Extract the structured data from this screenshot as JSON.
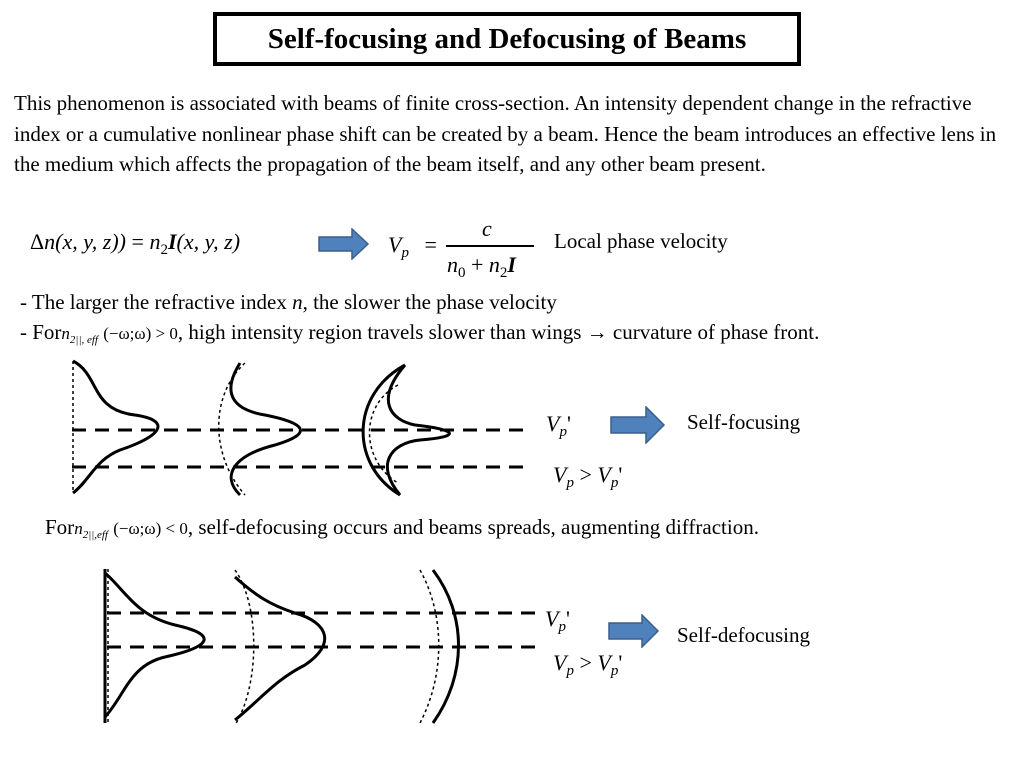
{
  "title": "Self-focusing and Defocusing of Beams",
  "intro_paragraph": "This phenomenon is associated with beams of finite cross-section. An intensity dependent change in the refractive index or a cumulative nonlinear phase shift can be created by a beam. Hence the beam introduces an effective lens in the medium which affects the propagation of the beam itself, and any other beam present.",
  "equation": {
    "delta": "Δ",
    "lhs_n": "n",
    "lhs_args": "(x, y, z))",
    "equals": "=",
    "n2": "n",
    "n2_sub": "2",
    "I": "I",
    "rhs_args": "(x, y, z)"
  },
  "phase_velocity": {
    "V": "V",
    "V_sub": "p",
    "equals": "=",
    "numerator": "c",
    "den_n0": "n",
    "den_n0_sub": "0",
    "den_plus": "+",
    "den_n2": "n",
    "den_n2_sub": "2",
    "den_I": "I",
    "label": "Local phase velocity"
  },
  "bullet1": {
    "prefix": "- The larger the refractive index ",
    "n": "n",
    "suffix": ", the slower the phase velocity"
  },
  "bullet2": {
    "prefix": "- For",
    "n2": "n",
    "n2_sub": "2||, eff",
    "args": "(−ω;ω) > 0",
    "suffix": ", high intensity region travels slower than wings → curvature of phase front."
  },
  "focusing": {
    "vp_prime_V": "V",
    "vp_prime_sub": "p",
    "vp_prime_mark": "'",
    "label": "Self-focusing",
    "ineq_V1": "V",
    "ineq_sub1": "p",
    "ineq_gt": ">",
    "ineq_V2": "V",
    "ineq_sub2": "p",
    "ineq_mark": "'"
  },
  "defocus_line": {
    "prefix": "For",
    "n2": "n",
    "n2_sub": "2||,eff",
    "args": "(−ω;ω) < 0",
    "suffix": ", self-defocusing occurs and beams spreads, augmenting diffraction."
  },
  "defocusing": {
    "vp_prime_V": "V",
    "vp_prime_sub": "p",
    "vp_prime_mark": "'",
    "label": "Self-defocusing",
    "ineq_V1": "V",
    "ineq_sub1": "p",
    "ineq_gt": ">",
    "ineq_V2": "V",
    "ineq_sub2": "p",
    "ineq_mark": "'"
  },
  "colors": {
    "arrow_fill": "#4f81bd",
    "arrow_stroke": "#3a5f8c"
  }
}
